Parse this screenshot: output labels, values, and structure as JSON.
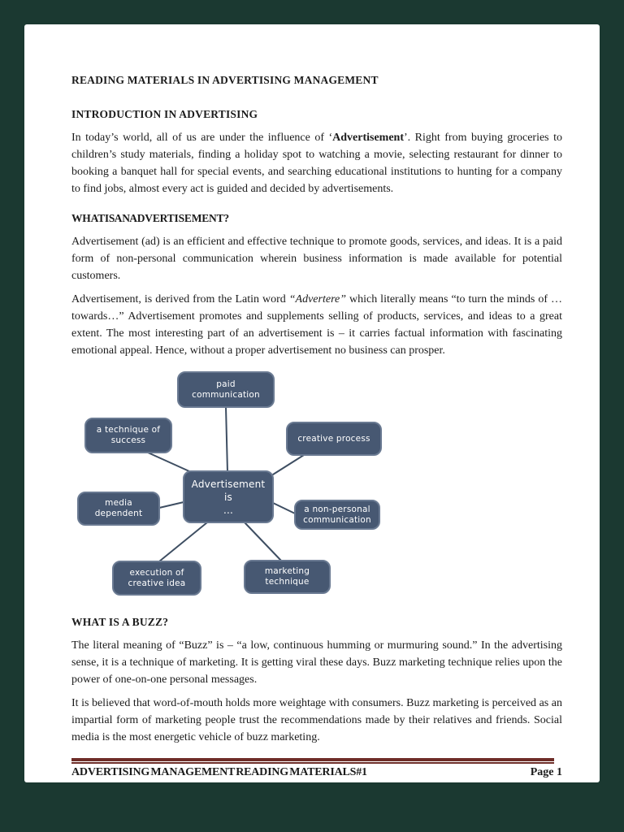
{
  "page": {
    "frame_bg_color": "#1b3931",
    "paper_color": "#ffffff"
  },
  "doc": {
    "title": "READING MATERIALS IN ADVERTISING MANAGEMENT",
    "intro": {
      "heading": "INTRODUCTION IN ADVERTISING",
      "para1_pre": "In today’s world, all of us are under the influence of ‘",
      "para1_bold": "Advertisement",
      "para1_post": "’. Right from buying groceries to children’s study materials, finding a holiday spot to watching a movie, selecting restaurant for dinner to booking a banquet hall for special events, and searching educational institutions to hunting for a company to find jobs, almost every act is guided and decided by advertisements."
    },
    "what_is_ad": {
      "heading": "WHAT IS AN ADVERTISEMENT?",
      "para1": "Advertisement (ad) is an efficient and effective technique to promote goods, services, and ideas. It is a paid form of non-personal communication wherein business information is made available for potential customers.",
      "para2_pre": "Advertisement, is derived from the Latin word ",
      "para2_italic": "“Advertere”",
      "para2_post": " which literally means “to turn the minds of … towards…” Advertisement promotes and supplements selling of products, services, and ideas to a great extent. The most interesting part of an advertisement is – it carries factual information with fascinating emotional appeal. Hence, without a proper advertisement no business can prosper."
    },
    "buzz": {
      "heading": "WHAT IS A BUZZ?",
      "para1": "The literal meaning of “Buzz” is – “a low, continuous humming or murmuring sound.” In the advertising sense, it is a technique of marketing. It is getting viral these days. Buzz marketing technique relies upon the power of one-on-one personal messages.",
      "para2": "It is believed that word-of-mouth holds more weightage with consumers. Buzz marketing is perceived as an impartial form of marketing people trust the recommendations made by their relatives and friends. Social media is the most energetic vehicle of buzz marketing."
    }
  },
  "diagram": {
    "center_label": "Advertisement is\n...",
    "nodes": [
      {
        "id": "paid-communication",
        "label": "paid communication"
      },
      {
        "id": "technique-of-success",
        "label": "a technique of\nsuccess"
      },
      {
        "id": "creative-process",
        "label": "creative process"
      },
      {
        "id": "media-dependent",
        "label": "media dependent"
      },
      {
        "id": "non-personal-communication",
        "label": "a non-personal\ncommunication"
      },
      {
        "id": "execution-of-creative-idea",
        "label": "execution of\ncreative idea"
      },
      {
        "id": "marketing-technique",
        "label": "marketing\ntechnique"
      }
    ],
    "node_fill_color": "#475872",
    "node_border_color": "#6a7a92",
    "connector_color": "#3e4e62"
  },
  "footer": {
    "left": "ADVERTISING MANAGEMENT READING MATERIALS#1",
    "right": "Page 1",
    "rule_color": "#6e2d28"
  }
}
